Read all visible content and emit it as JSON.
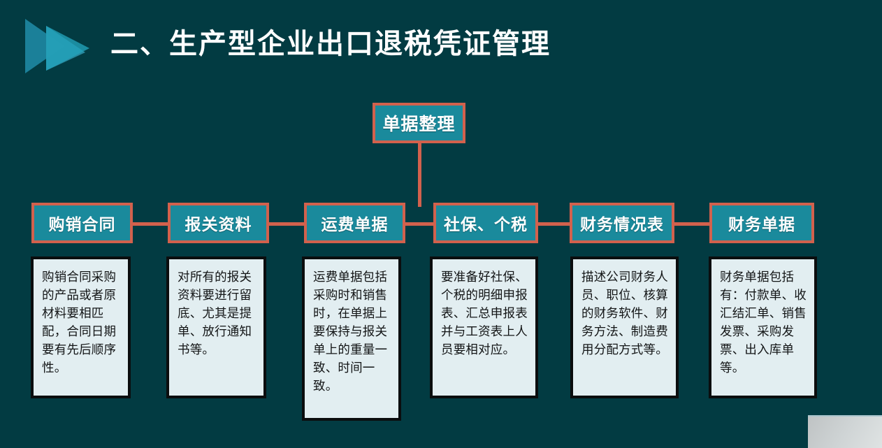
{
  "slide": {
    "background_color": "#023b42",
    "accent_color": "#d2614d",
    "node_fill_color": "#1a8a9c",
    "desc_fill_color": "#e2eef1"
  },
  "header": {
    "title": "二、生产型企业出口退税凭证管理",
    "logo_name": "double-play-triangle-logo"
  },
  "diagram": {
    "root": {
      "label": "单据整理"
    },
    "nodes": [
      {
        "label": "购销合同",
        "desc": "购销合同采购的产品或者原材料要相匹配，合同日期要有先后顺序性。"
      },
      {
        "label": "报关资料",
        "desc": "对所有的报关资料要进行留底、尤其是提单、放行通知书等。"
      },
      {
        "label": "运费单据",
        "desc": "运费单据包括采购时和销售时，在单据上要保持与报关单上的重量一致、时间一致。"
      },
      {
        "label": "社保、个税",
        "desc": "要准备好社保、个税的明细申报表、汇总申报表并与工资表上人员要相对应。"
      },
      {
        "label": "财务情况表",
        "desc": "描述公司财务人员、职位、核算的财务软件、财务方法、制造费用分配方式等。"
      },
      {
        "label": "财务单据",
        "desc": "财务单据包括有：付款单、收汇结汇单、销售发票、采购发票、出入库单等。"
      }
    ]
  }
}
